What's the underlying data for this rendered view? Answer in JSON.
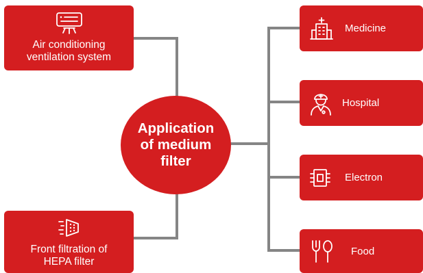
{
  "diagram": {
    "center": {
      "text": "Application\nof medium\nfilter"
    },
    "left": [
      {
        "id": "air-conditioning",
        "text": "Air conditioning\nventilation system",
        "icon": "air-conditioner-icon"
      },
      {
        "id": "hepa",
        "text": "Front filtration of\nHEPA filter",
        "icon": "filter-airflow-icon"
      }
    ],
    "right": [
      {
        "id": "medicine",
        "text": "Medicine",
        "icon": "hospital-building-icon"
      },
      {
        "id": "hospital",
        "text": "Hospital",
        "icon": "doctor-icon"
      },
      {
        "id": "electron",
        "text": "Electron",
        "icon": "chip-icon"
      },
      {
        "id": "food",
        "text": "Food",
        "icon": "fork-spoon-icon"
      }
    ],
    "colors": {
      "box": "#d41e20",
      "connector": "#858585",
      "text": "#ffffff",
      "background": "#ffffff"
    }
  }
}
